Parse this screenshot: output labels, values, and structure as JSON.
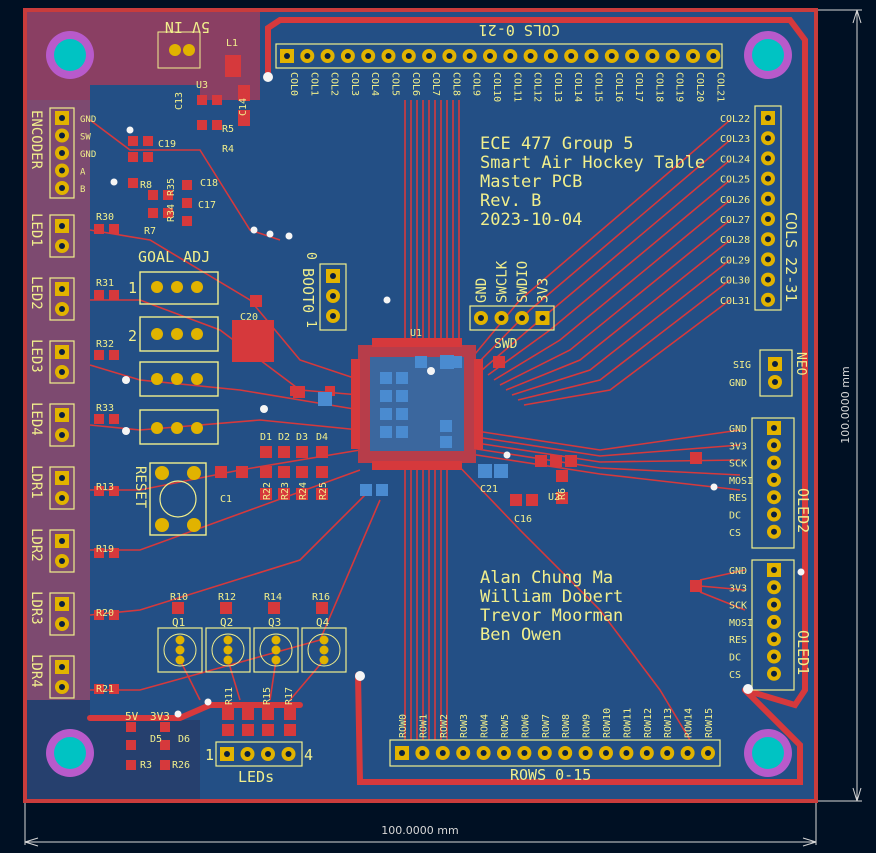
{
  "board": {
    "info_lines": [
      "ECE 477 Group 5",
      "Smart Air Hockey Table",
      "Master PCB",
      "Rev. B",
      "2023-10-04"
    ],
    "authors": [
      "Alan Chung Ma",
      "William Dobert",
      "Trevor Moorman",
      "Ben Owen"
    ],
    "dimension_width": "100.0000 mm",
    "dimension_height": "100.0000 mm"
  },
  "headers": {
    "cols_0_21": {
      "title": "COLS 0-21",
      "pins": [
        "COL0",
        "COL1",
        "COL2",
        "COL3",
        "COL4",
        "COL5",
        "COL6",
        "COL7",
        "COL8",
        "COL9",
        "COL10",
        "COL11",
        "COL12",
        "COL13",
        "COL14",
        "COL15",
        "COL16",
        "COL17",
        "COL18",
        "COL19",
        "COL20",
        "COL21"
      ]
    },
    "cols_22_31": {
      "title": "COLS 22-31",
      "pins": [
        "COL22",
        "COL23",
        "COL24",
        "COL25",
        "COL26",
        "COL27",
        "COL28",
        "COL29",
        "COL30",
        "COL31"
      ]
    },
    "rows_0_15": {
      "title": "ROWS 0-15",
      "pins": [
        "ROW0",
        "ROW1",
        "ROW2",
        "ROW3",
        "ROW4",
        "ROW5",
        "ROW6",
        "ROW7",
        "ROW8",
        "ROW9",
        "ROW10",
        "ROW11",
        "ROW12",
        "ROW13",
        "ROW14",
        "ROW15"
      ]
    },
    "encoder": {
      "title": "ENCODER",
      "pins": [
        "GND",
        "SW",
        "GND",
        "A",
        "B"
      ]
    },
    "swd": {
      "title": "SWD",
      "pins": [
        "GND",
        "SWCLK",
        "SWDIO",
        "3V3"
      ]
    },
    "boot0": {
      "title": "BOOT0",
      "pins": [
        "0",
        "1"
      ]
    },
    "oled1": {
      "title": "OLED1",
      "pins": [
        "GND",
        "3V3",
        "SCK",
        "MOSI",
        "RES",
        "DC",
        "CS"
      ]
    },
    "oled2": {
      "title": "OLED2",
      "pins": [
        "GND",
        "3V3",
        "SCK",
        "MOSI",
        "RES",
        "DC",
        "CS"
      ]
    },
    "neo": {
      "title": "NEO",
      "pins": [
        "SIG",
        "GND"
      ]
    },
    "leds": {
      "title": "LEDs",
      "start": "1",
      "end": "4"
    },
    "power": {
      "title": "5V IN"
    }
  },
  "left_connectors": [
    "LED1",
    "LED2",
    "LED3",
    "LED4",
    "LDR1",
    "LDR2",
    "LDR3",
    "LDR4"
  ],
  "labels": {
    "goal_adj": "GOAL ADJ",
    "reset": "RESET",
    "pot1": "1",
    "pot2": "2",
    "v5": "5V",
    "v3": "3V3"
  },
  "refs": {
    "r30": "R30",
    "r31": "R31",
    "r32": "R32",
    "r33": "R33",
    "r13": "R13",
    "r19": "R19",
    "r20": "R20",
    "r21": "R21",
    "r10": "R10",
    "r12": "R12",
    "r14": "R14",
    "r16": "R16",
    "r11": "R11",
    "r15": "R15",
    "r17": "R17",
    "r22": "R22",
    "r23": "R23",
    "r24": "R24",
    "r25": "R25",
    "r3": "R3",
    "r26": "R26",
    "r6": "R6",
    "r8": "R8",
    "r7": "R7",
    "r35": "R35",
    "r34": "R34",
    "r4": "R4",
    "r5": "R5",
    "c19": "C19",
    "c13": "C13",
    "c14": "C14",
    "c18": "C18",
    "c17": "C17",
    "c1": "C1",
    "c16": "C16",
    "c21": "C21",
    "c20": "C20",
    "q1": "Q1",
    "q2": "Q2",
    "q3": "Q3",
    "q4": "Q4",
    "d1": "D1",
    "d2": "D2",
    "d3": "D3",
    "d4": "D4",
    "d5": "D5",
    "d6": "D6",
    "u1": "U1",
    "u2": "U2",
    "u3": "U3",
    "l1": "L1"
  }
}
